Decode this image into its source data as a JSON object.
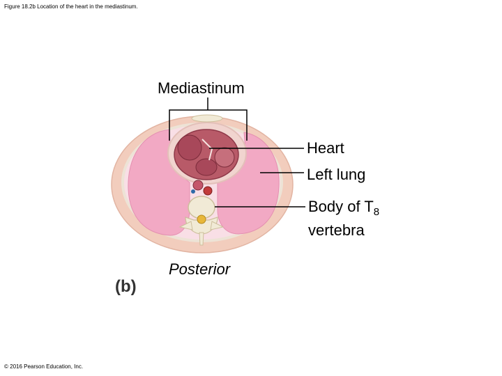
{
  "caption": "Figure 18.2b Location of the heart in the mediastinum.",
  "copyright": "© 2016 Pearson Education, Inc.",
  "labels": {
    "mediastinum": "Mediastinum",
    "heart": "Heart",
    "left_lung": "Left lung",
    "vertebra_line1": "Body of T",
    "vertebra_sub": "8",
    "vertebra_line2": "vertebra",
    "posterior": "Posterior",
    "panel": "(b)"
  },
  "colors": {
    "skin": "#f2cdbd",
    "lung": "#f2a9c4",
    "heart": "#a8485a",
    "bone": "#f1ead6",
    "cord": "#e8b73a"
  }
}
